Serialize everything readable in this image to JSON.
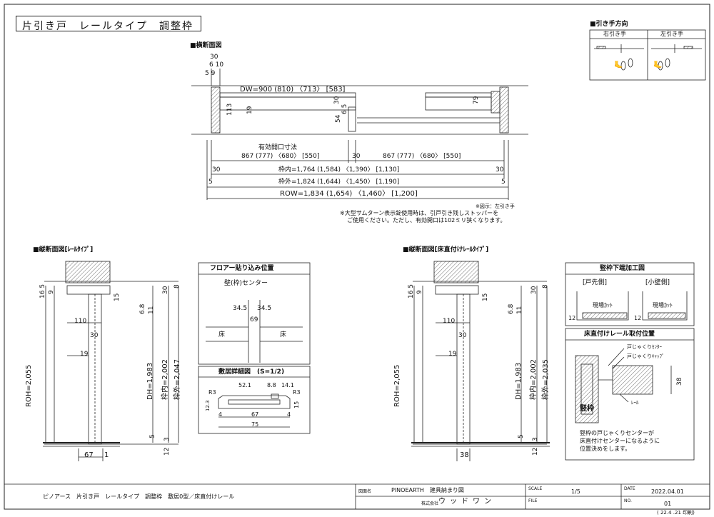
{
  "title": "片引き戸　レールタイプ　調整枠",
  "hand": {
    "heading": "■引き手方向",
    "right": "右引き手",
    "left": "左引き手"
  },
  "horizontal": {
    "heading": "■横断面図",
    "d30": "30",
    "d6_10": "6 10",
    "d5_9": "5 9",
    "dw": "DW=900 (810) 〈713〉 [583]",
    "d113": "113",
    "d19": "19",
    "d30b": "30",
    "d6_5": "6 5",
    "d54": "54",
    "d79": "79",
    "opening": "有効開口寸法",
    "left_dims": "867 (777) 〈680〉 [550]",
    "mid30": "30",
    "right_dims": "867 (777) 〈680〉 [550]",
    "row1_l": "30",
    "row1": "枠内=1,764 (1,584) 〈1,390〉 [1,130]",
    "row1_r": "30",
    "row2_l": "5",
    "row2": "枠外=1,824 (1,644) 〈1,450〉 [1,190]",
    "row2_r": "5",
    "row3": "ROW=1,834 (1,654) 〈1,460〉 [1,200]",
    "note0": "※図示：左引き手",
    "note1": "※大型サムターン表示錠使用時は、引戸引き残しストッパーを",
    "note2": "ご使用ください。ただし、有効開口は102ミリ狭くなります。"
  },
  "vleft": {
    "heading": "■縦断面図[ﾚｰﾙﾀｲﾌﾟ]",
    "d16_5": "16 5",
    "d9": "9",
    "d15": "15",
    "d6_8": "6.8",
    "d11": "11",
    "d30": "30",
    "d8": "8",
    "d110": "110",
    "d30b": "30",
    "d19": "19",
    "roh": "ROH=2,055",
    "dh": "DH=1,983",
    "inner": "枠内=2,002",
    "outer": "枠外=2,047",
    "d5": "5",
    "d3": "3",
    "d12": "12",
    "d67": "67",
    "d1": "1"
  },
  "floor": {
    "heading": "フロアー貼り込み位置",
    "center": "壁(枠)センター",
    "d34a": "34.5",
    "d34b": "34.5",
    "d69": "69",
    "yuka_l": "床",
    "yuka_r": "床"
  },
  "sill": {
    "heading": "敷居詳細図　(S=1/2)",
    "d52": "52.1",
    "d8_8": "8.8",
    "d14": "14.1",
    "r3a": "R3",
    "r3b": "R3",
    "d12_3": "12.3",
    "d15": "15",
    "d4a": "4",
    "d67": "67",
    "d4b": "4",
    "d75": "75"
  },
  "vright": {
    "heading": "■縦断面図[床直付けﾚｰﾙﾀｲﾌﾟ]",
    "d16_5": "16 5",
    "d9": "9",
    "d15": "15",
    "d6_8": "6.8",
    "d11": "11",
    "d30": "30",
    "d8": "8",
    "d110": "110",
    "d30b": "30",
    "d19": "19",
    "roh": "ROH=2,055",
    "dh": "DH=1,983",
    "inner": "枠内=2,002",
    "outer": "枠外=2,035",
    "d5": "5",
    "d3": "3",
    "d12": "12",
    "d38": "38"
  },
  "bottom_proc": {
    "heading": "竪枠下端加工図",
    "front": "[戸先側]",
    "wall": "[小壁側]",
    "cut1": "現場ｶｯﾄ",
    "cut2": "現場ｶｯﾄ",
    "d12a": "12",
    "d12b": "12"
  },
  "rail": {
    "heading": "床直付けレール取付位置",
    "center": "戸じゃくりｾﾝﾀｰ",
    "cap": "戸じゃくりｷｬｯﾌﾟ",
    "rail": "ﾚｰﾙ",
    "tatewaku": "竪枠",
    "d38": "38",
    "n1": "竪枠の戸じゃくりセンターが",
    "n2": "床直付けセンターになるように",
    "n3": "位置決めをします。"
  },
  "titleblock": {
    "desc": "ピノアース　片引き戸　レールタイプ　調整枠　敷居0型／床直付けレール",
    "name_label": "図面名",
    "name": "PINOEARTH　建具納まり図",
    "company_label": "株式会社",
    "company": "ウッドワン",
    "scale_label": "SCALE",
    "scale": "1/5",
    "date_label": "DATE",
    "date": "2022.04.01",
    "file_label": "FILE",
    "no_label": "NO.",
    "no": "01",
    "printed": "( 22.4 .21 印刷)"
  }
}
